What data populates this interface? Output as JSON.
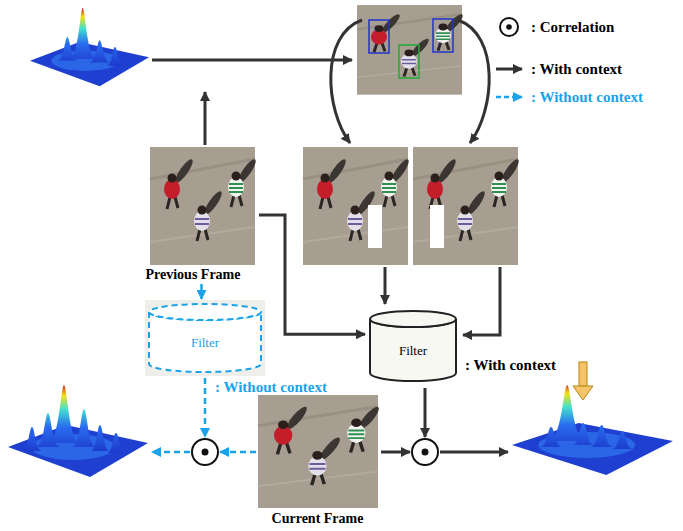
{
  "diagram": {
    "nodes": [
      {
        "text": [
          "Previous Frame"
        ]
      },
      {
        "text": [
          "Filter"
        ]
      },
      {
        "text": [
          "Filter"
        ]
      },
      {
        "text": [
          "Current Frame"
        ]
      }
    ],
    "edges": [
      {
        "from": 0,
        "to": 1,
        "arrow": "to"
      },
      {
        "from": 0,
        "to": 2,
        "arrow": "to"
      }
    ],
    "labels": [
      ": Without context",
      ": With context"
    ],
    "legend": [
      {
        "text": ": Correlation"
      },
      {
        "text": ": With context"
      },
      {
        "text": ": Without context"
      }
    ]
  }
}
